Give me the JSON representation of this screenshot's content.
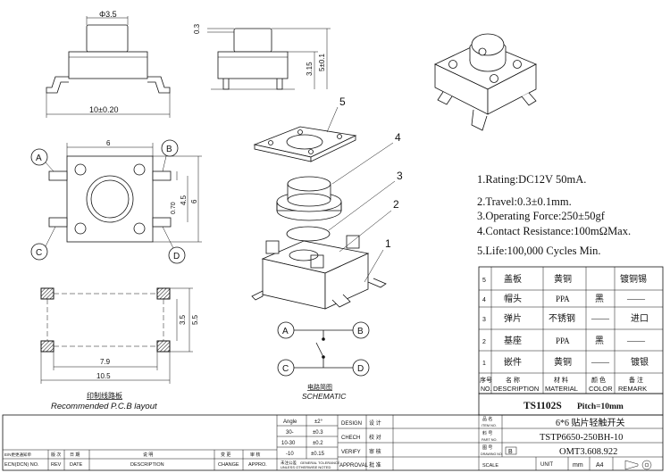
{
  "drawing": {
    "views": {
      "front_dim_dia": "Φ3.5",
      "front_dim_width": "10±0.20",
      "side_dim_top": "0.3",
      "side_dim_h1": "3.15",
      "side_dim_h2": "5±0.1",
      "top_dim_6": "6",
      "top_dim_070": "0.70",
      "top_dim_45": "4.5",
      "top_dim_6v": "6",
      "pcb_dim_35": "3.5",
      "pcb_dim_55": "5.5",
      "pcb_dim_79": "7.9",
      "pcb_dim_105": "10.5",
      "pin_labels": [
        "A",
        "B",
        "C",
        "D"
      ]
    },
    "pcb_caption_cn": "印制线路板",
    "pcb_caption_en": "Recommended P.C.B layout",
    "schematic_caption_cn": "电路简图",
    "schematic_caption_en": "SCHEMATIC",
    "schematic_labels": [
      "A",
      "B",
      "C",
      "D"
    ],
    "part_callouts": [
      "5",
      "4",
      "3",
      "2",
      "1"
    ]
  },
  "specs": [
    "1.Rating:DC12V 50mA.",
    "2.Travel:0.3±0.1mm.",
    "3.Operating Force:250±50gf",
    "4.Contact Resistance:100mΩMax.",
    "5.Life:100,000 Cycles Min."
  ],
  "bom": {
    "rows": [
      {
        "no": "5",
        "desc": "盖板",
        "material": "黄铜",
        "color": "",
        "remark": "镀铜锡"
      },
      {
        "no": "4",
        "desc": "帽头",
        "material": "PPA",
        "color": "黑",
        "remark": "——"
      },
      {
        "no": "3",
        "desc": "弹片",
        "material": "不锈钢",
        "color": "——",
        "remark": "进口"
      },
      {
        "no": "2",
        "desc": "基座",
        "material": "PPA",
        "color": "黑",
        "remark": "——"
      },
      {
        "no": "1",
        "desc": "嵌件",
        "material": "黄铜",
        "color": "——",
        "remark": "镀银"
      }
    ],
    "header": {
      "no_cn": "序号",
      "no_en": "NO.",
      "desc_cn": "名 称",
      "desc_en": "DESCRIPTION",
      "mat_cn": "材 料",
      "mat_en": "MATERIAL",
      "color_cn": "颜 色",
      "color_en": "COLOR",
      "remark_cn": "备 注",
      "remark_en": "REMARK"
    }
  },
  "title_block": {
    "model": "TS1102S",
    "pitch": "Pitch=10mm",
    "name_label_cn": "品 名",
    "name_label_en": "ITEM NO.",
    "part_label_cn": "料 号",
    "part_label_en": "PART NO.",
    "drawing_label_cn": "图 号",
    "drawing_label_en": "DRAWING NO.",
    "product_name": "6*6 贴片轻触开关",
    "part_no": "TSTP6650-250BH-10",
    "drawing_no": "OMT3.608.922",
    "revision": "B",
    "tolerance_head_angle": "Angle",
    "tolerance_head_val": "±2°",
    "tol_rows": [
      {
        "range": "30-",
        "val": "±0.3"
      },
      {
        "range": "10-30",
        "val": "±0.2"
      },
      {
        "range": "-10",
        "val": "±0.15"
      }
    ],
    "design_en": "DESIGN",
    "design_cn": "设 计",
    "check_en": "CHECH",
    "check_cn": "校 对",
    "verify_en": "VERIFY",
    "verify_cn": "审 核",
    "approval_en": "APPROVAL",
    "approval_cn": "批 准",
    "general_tol_cn": "未注公差",
    "general_tol_en": "GENERAL TOLERANCE",
    "unless_en": "UNLESS OTHERWISE NOTED",
    "unit_label": "UNIT",
    "unit_value": "mm",
    "sheet_size": "A4",
    "scale_label": "SCALE",
    "rev_cols": [
      {
        "cn": "E/N更更通知单",
        "en": "ECN(DCN) NO."
      },
      {
        "cn": "版 次",
        "en": "REV"
      },
      {
        "cn": "日 期",
        "en": "DATE"
      },
      {
        "cn": "说 明",
        "en": "DESCRIPTION"
      },
      {
        "cn": "变 更",
        "en": "CHANGE"
      },
      {
        "cn": "审 核",
        "en": "APPRO."
      }
    ]
  }
}
